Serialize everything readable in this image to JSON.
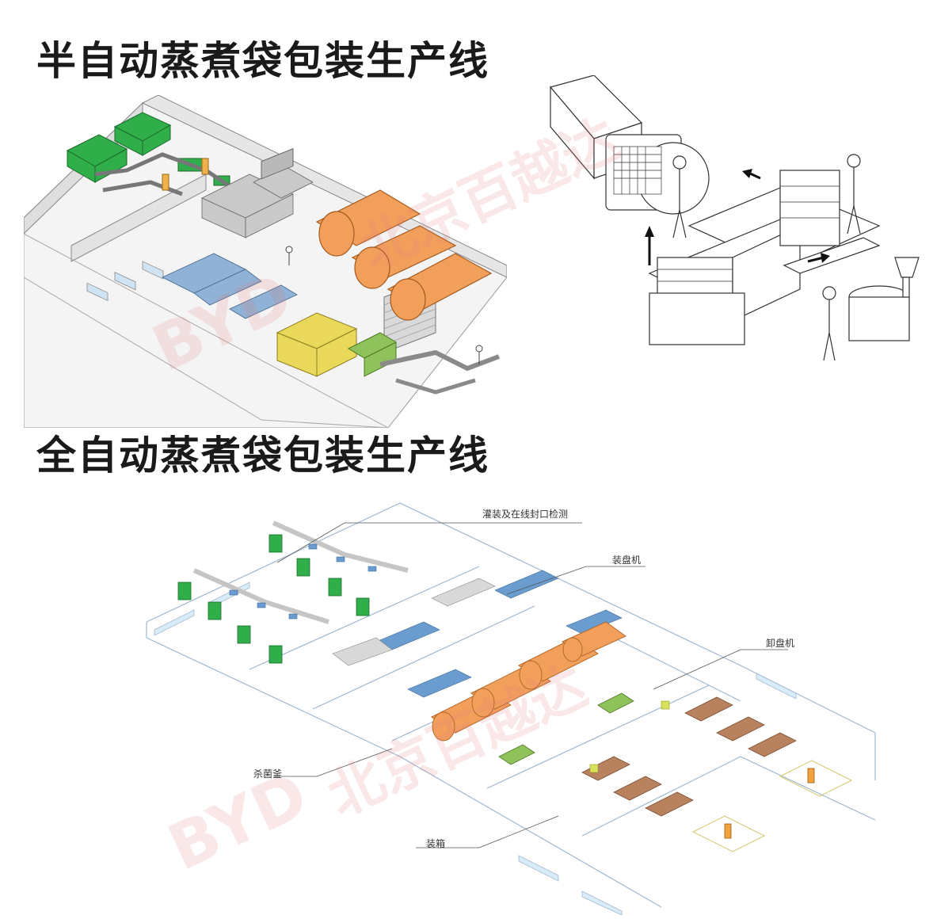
{
  "titles": {
    "semi": "半自动蒸煮袋包装生产线",
    "full": "全自动蒸煮袋包装生产线"
  },
  "callouts": {
    "filling": "灌装及在线封口检测",
    "tray_loader": "装盘机",
    "tray_unloader": "卸盘机",
    "retort": "杀菌釜",
    "boxing": "装箱"
  },
  "watermark": {
    "brand": "BYD",
    "name": "北京百越达"
  },
  "colors": {
    "filler_green": "#2fae4a",
    "retort_orange": "#f29f5c",
    "sealer_yellow": "#e9d85a",
    "tray_blue": "#6a9ccf",
    "packer_brown": "#b9825f",
    "line_grey": "#555555"
  }
}
